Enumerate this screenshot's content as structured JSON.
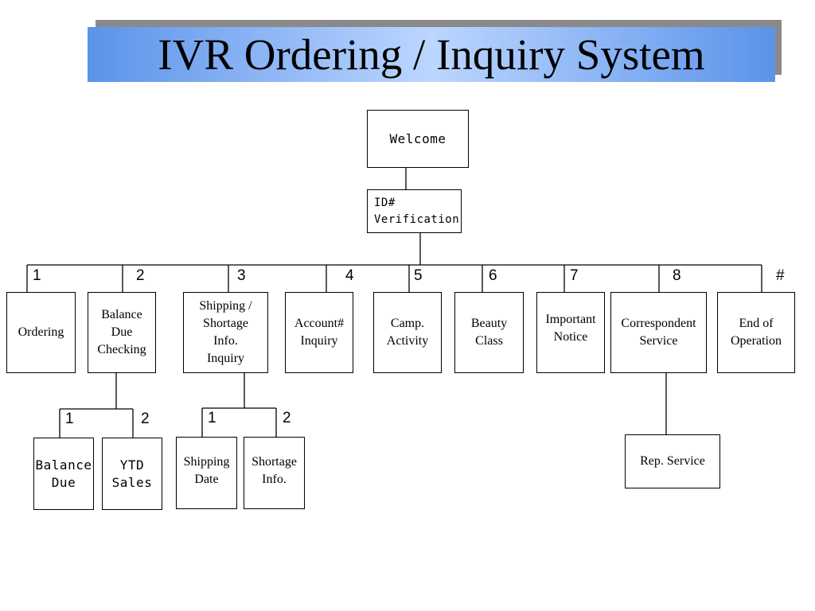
{
  "title": "IVR Ordering / Inquiry System",
  "colors": {
    "title_bar": "#5b93ea",
    "title_shadow": "#8a8a8a",
    "line": "#000000"
  },
  "nodes": {
    "welcome": "Welcome",
    "id_verification": "ID#\nVerification",
    "ordering": "Ordering",
    "balance_due_checking": "Balance\nDue\nChecking",
    "shipping_shortage_inquiry": "Shipping /\nShortage\nInfo.\nInquiry",
    "account_inquiry": "Account#\nInquiry",
    "camp_activity": "Camp.\nActivity",
    "beauty_class": "Beauty\nClass",
    "important_notice": "Important\nNotice",
    "correspondent_service": "Correspondent\nService",
    "end_of_operation": "End of\nOperation",
    "balance_due": "Balance\nDue",
    "ytd_sales": "YTD\nSales",
    "shipping_date": "Shipping\nDate",
    "shortage_info": "Shortage\nInfo.",
    "rep_service": "Rep. Service"
  },
  "keys": {
    "main": [
      "1",
      "2",
      "3",
      "4",
      "5",
      "6",
      "7",
      "8",
      "#"
    ],
    "balance_sub": [
      "1",
      "2"
    ],
    "shipping_sub": [
      "1",
      "2"
    ]
  }
}
